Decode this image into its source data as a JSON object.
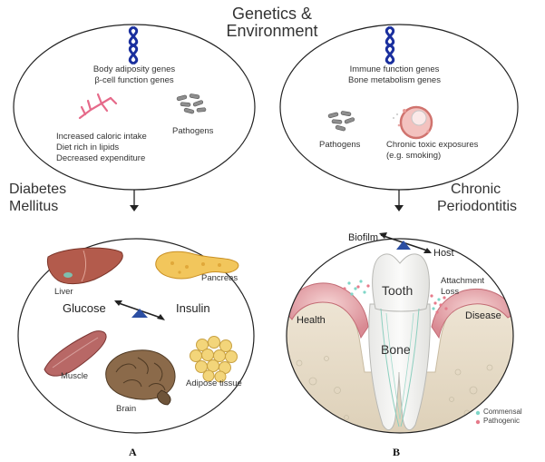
{
  "header": {
    "line1": "Genetics &",
    "line2": "Environment"
  },
  "left_top": {
    "genes_line1": "Body adiposity genes",
    "genes_line2": "β-cell function genes",
    "diet_line1": "Increased caloric intake",
    "diet_line2": "Diet rich in lipids",
    "diet_line3": "Decreased expenditure",
    "pathogens": "Pathogens"
  },
  "right_top": {
    "genes_line1": "Immune function genes",
    "genes_line2": "Bone metabolism genes",
    "pathogens": "Pathogens",
    "toxic_line1": "Chronic toxic exposures",
    "toxic_line2": "(e.g. smoking)"
  },
  "left_title": {
    "line1": "Diabetes",
    "line2": "Mellitus"
  },
  "right_title": {
    "line1": "Chronic",
    "line2": "Periodontitis"
  },
  "left_bottom": {
    "liver": "Liver",
    "pancreas": "Pancreas",
    "glucose": "Glucose",
    "insulin": "Insulin",
    "muscle": "Muscle",
    "brain": "Brain",
    "adipose": "Adipose tissue"
  },
  "right_bottom": {
    "biofilm": "Biofilm",
    "host": "Host",
    "tooth": "Tooth",
    "attachment_line1": "Attachment",
    "attachment_line2": "Loss",
    "health": "Health",
    "disease": "Disease",
    "bone": "Bone",
    "legend_commensal": "Commensal",
    "legend_pathogenic": "Pathogenic"
  },
  "colors": {
    "commensal": "#7fd6c8",
    "pathogenic": "#e67a8a",
    "dna": "#1a2f9e",
    "balance": "#2c4fa3"
  },
  "panel_labels": {
    "a": "A",
    "b": "B"
  }
}
